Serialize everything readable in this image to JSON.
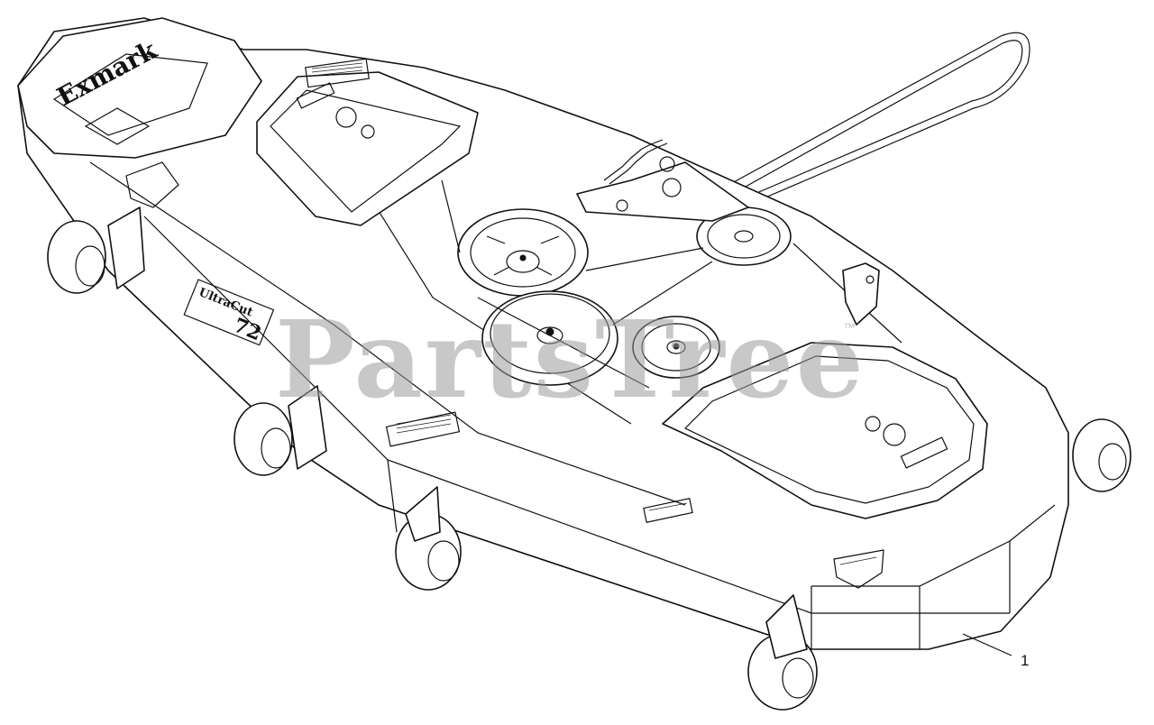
{
  "diagram": {
    "watermark": "PartsTree",
    "watermark_tm": "™",
    "callouts": [
      {
        "label": "1"
      }
    ],
    "deck_brand_text": "Exmark",
    "model_badge_text": "UltraCut",
    "model_badge_number": "72",
    "colors": {
      "line": "#111111",
      "background": "#ffffff",
      "watermark": "#9a9a9a"
    }
  }
}
